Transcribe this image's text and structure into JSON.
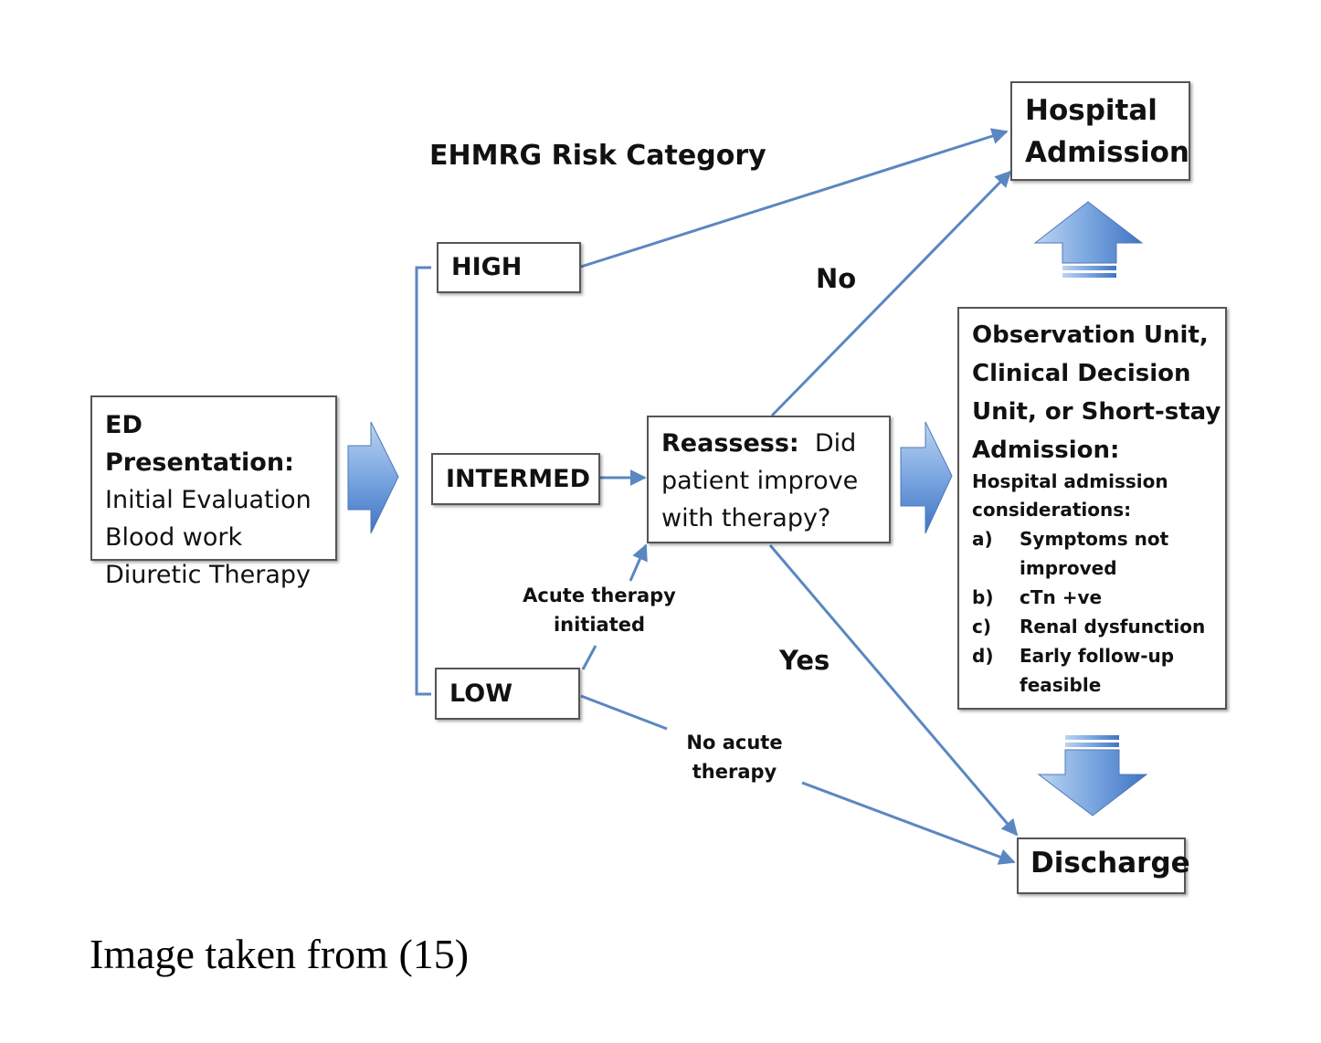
{
  "diagram": {
    "risk_title_line1": "EHMRG Risk",
    "risk_title_line2": "Category",
    "ed_box": {
      "heading": "ED Presentation:",
      "lines": [
        "Initial Evaluation",
        "Blood work",
        "Diuretic Therapy"
      ]
    },
    "risk_levels": {
      "high": "HIGH",
      "intermed": "INTERMED",
      "low": "LOW"
    },
    "reassess": {
      "heading": "Reassess:",
      "line1_rest": "Did",
      "line2": "patient improve",
      "line3": "with therapy?"
    },
    "hospital_admission": {
      "line1": "Hospital",
      "line2": "Admission"
    },
    "discharge": "Discharge",
    "observation": {
      "heading_lines": [
        "Observation Unit,",
        "Clinical Decision",
        "Unit, or Short-stay",
        "Admission:"
      ],
      "considerations_lines": [
        "Hospital admission",
        "considerations:"
      ],
      "items": [
        {
          "marker": "a)",
          "lines": [
            "Symptoms not",
            "improved"
          ]
        },
        {
          "marker": "b)",
          "lines": [
            "cTn +ve"
          ]
        },
        {
          "marker": "c)",
          "lines": [
            "Renal dysfunction"
          ]
        },
        {
          "marker": "d)",
          "lines": [
            "Early follow-up",
            "feasible"
          ]
        }
      ]
    },
    "edge_labels": {
      "no": "No",
      "yes": "Yes",
      "acute_line1": "Acute therapy",
      "acute_line2": "initiated",
      "no_acute_line1": "No acute",
      "no_acute_line2": "therapy"
    },
    "colors": {
      "arrow": "#5a87c1",
      "block_arrow_light": "#a9c6ec",
      "block_arrow_dark": "#4f84d1"
    }
  },
  "caption": "Image taken from (15)"
}
